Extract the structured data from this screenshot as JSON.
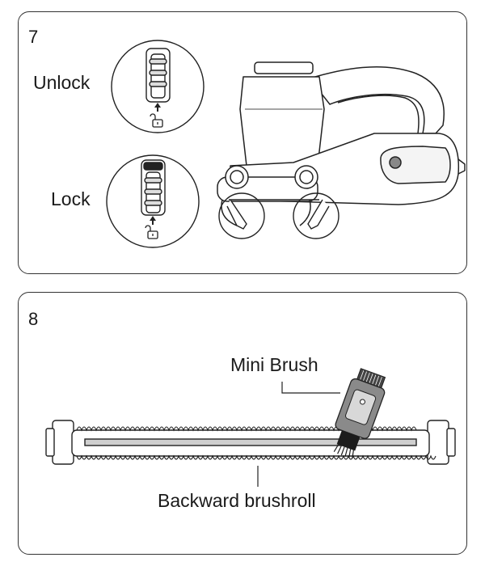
{
  "step7": {
    "number": "7",
    "unlock_label": "Unlock",
    "lock_label": "Lock"
  },
  "step8": {
    "number": "8",
    "mini_brush_label": "Mini Brush",
    "brushroll_label": "Backward brushroll"
  }
}
